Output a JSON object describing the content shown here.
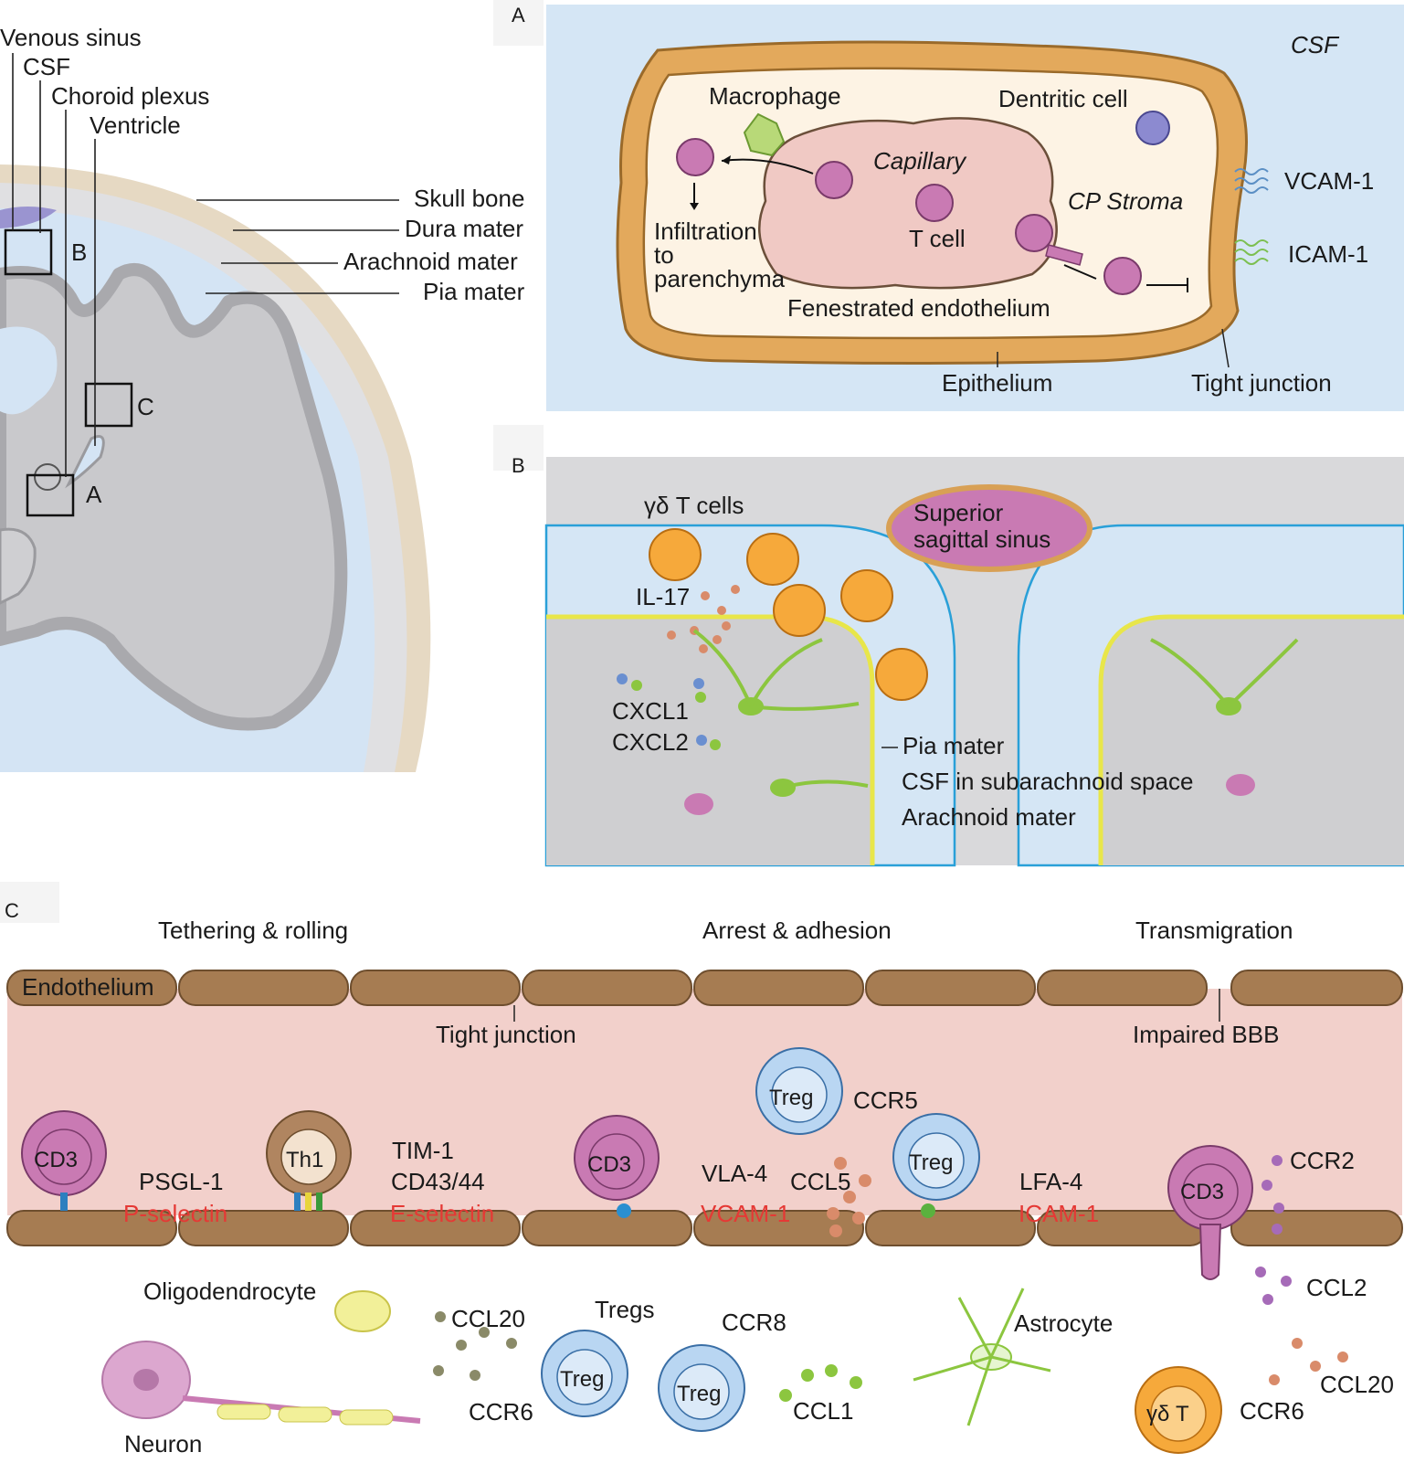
{
  "overview": {
    "venous_sinus": "Venous sinus",
    "csf": "CSF",
    "choroid_plexus": "Choroid plexus",
    "ventricle": "Ventricle",
    "skull_bone": "Skull bone",
    "dura_mater": "Dura mater",
    "arachnoid_mater": "Arachnoid mater",
    "pia_mater": "Pia mater",
    "box_a": "A",
    "box_b": "B",
    "box_c": "C"
  },
  "panel_a": {
    "letter": "A",
    "csf": "CSF",
    "macrophage": "Macrophage",
    "dendritic_cell": "Dentritic cell",
    "capillary": "Capillary",
    "cp_stroma": "CP Stroma",
    "t_cell": "T cell",
    "infiltration": [
      "Infiltration",
      "to",
      "parenchyma"
    ],
    "fenestrated": "Fenestrated endothelium",
    "epithelium": "Epithelium",
    "tight_junction": "Tight junction",
    "vcam": "VCAM-1",
    "icam": "ICAM-1"
  },
  "panel_b": {
    "letter": "B",
    "gd_t_cells": "γδ T cells",
    "sss": [
      "Superior",
      "sagittal sinus"
    ],
    "il17": "IL-17",
    "cxcl1": "CXCL1",
    "cxcl2": "CXCL2",
    "pia": "Pia mater",
    "csf_sub": "CSF in subarachnoid space",
    "arachnoid": "Arachnoid mater"
  },
  "panel_c": {
    "letter": "C",
    "stage1": "Tethering & rolling",
    "stage2": "Arrest & adhesion",
    "stage3": "Transmigration",
    "endothelium": "Endothelium",
    "tight_junction": "Tight junction",
    "impaired_bbb": "Impaired BBB",
    "cd3": "CD3",
    "th1": "Th1",
    "treg": "Treg",
    "psgl1": "PSGL-1",
    "p_selectin": "P-selectin",
    "tim1": "TIM-1",
    "cd4344": "CD43/44",
    "e_selectin": "E-selectin",
    "vla4": "VLA-4",
    "vcam1": "VCAM-1",
    "ccr5": "CCR5",
    "ccl5": "CCL5",
    "lfa4": "LFA-4",
    "icam1": "ICAM-1",
    "ccr2": "CCR2",
    "ccl2": "CCL2",
    "oligodendrocyte": "Oligodendrocyte",
    "neuron": "Neuron",
    "ccl20a": "CCL20",
    "tregs": "Tregs",
    "ccr6a": "CCR6",
    "ccr8": "CCR8",
    "ccl1": "CCL1",
    "astrocyte": "Astrocyte",
    "gdt": "γδ T",
    "ccr6b": "CCR6",
    "ccl20b": "CCL20"
  },
  "colors": {
    "csf_blue": "#d5e6f5",
    "stroma": "#fdf3e4",
    "capillary": "#f0c9c4",
    "epithelium": "#e3a95c",
    "tcell": "#c97ab3",
    "vessel": "#a67c52",
    "lumen": "#f2d0cb",
    "treg": "#b9d6f2",
    "gd_orange": "#f6a93b",
    "microglia": "#8cc63f",
    "highlight_red": "#e53935"
  }
}
